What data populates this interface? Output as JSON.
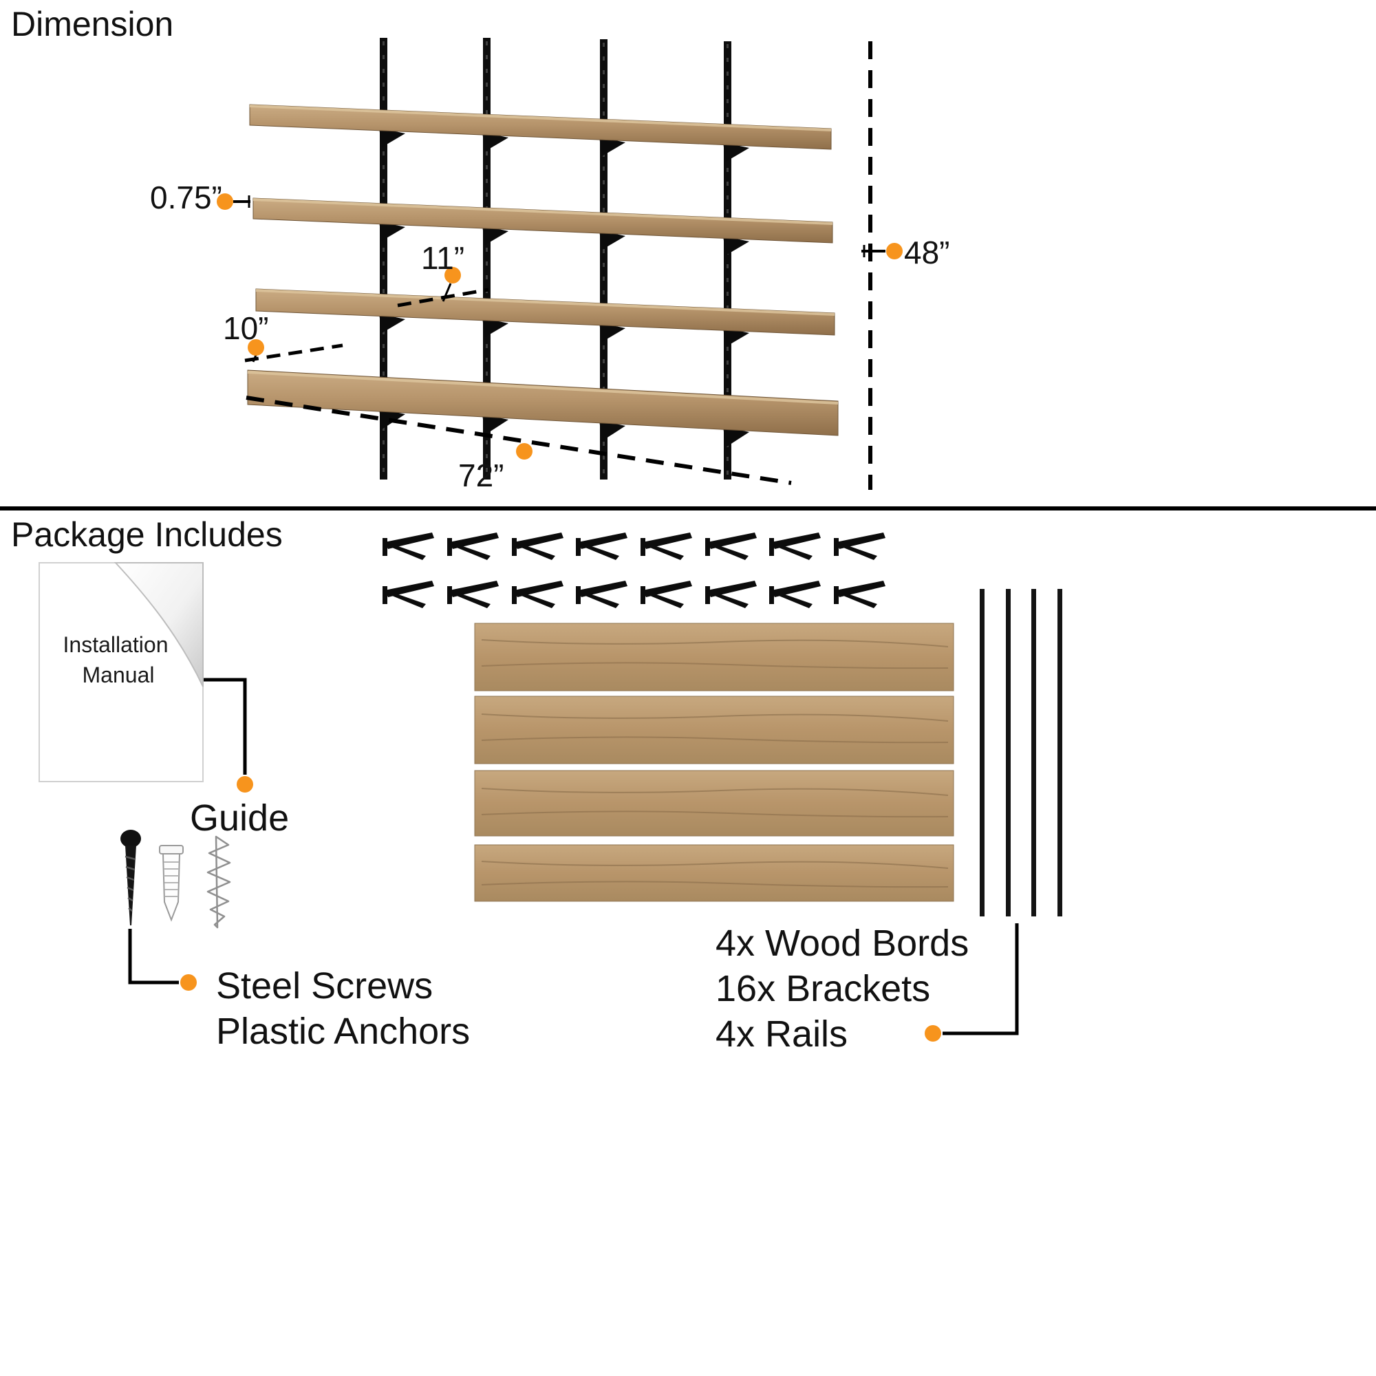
{
  "colors": {
    "accent_orange": "#F7941D",
    "wood_light": "#C9AA82",
    "wood_dark": "#98764F",
    "line_black": "#000000"
  },
  "dimension_section": {
    "title": "Dimension",
    "labels": {
      "board_thickness": "0.75”",
      "upper_depth": "11”",
      "lower_depth": "10”",
      "width": "72”",
      "height": "48”"
    }
  },
  "package_section": {
    "title": "Package Includes",
    "manual": {
      "line1": "Installation",
      "line2": "Manual"
    },
    "guide_label": "Guide",
    "hardware": {
      "line1": "Steel Screws",
      "line2": "Plastic Anchors"
    },
    "contents": [
      "4x Wood Bords",
      "16x Brackets",
      "4x Rails"
    ]
  }
}
